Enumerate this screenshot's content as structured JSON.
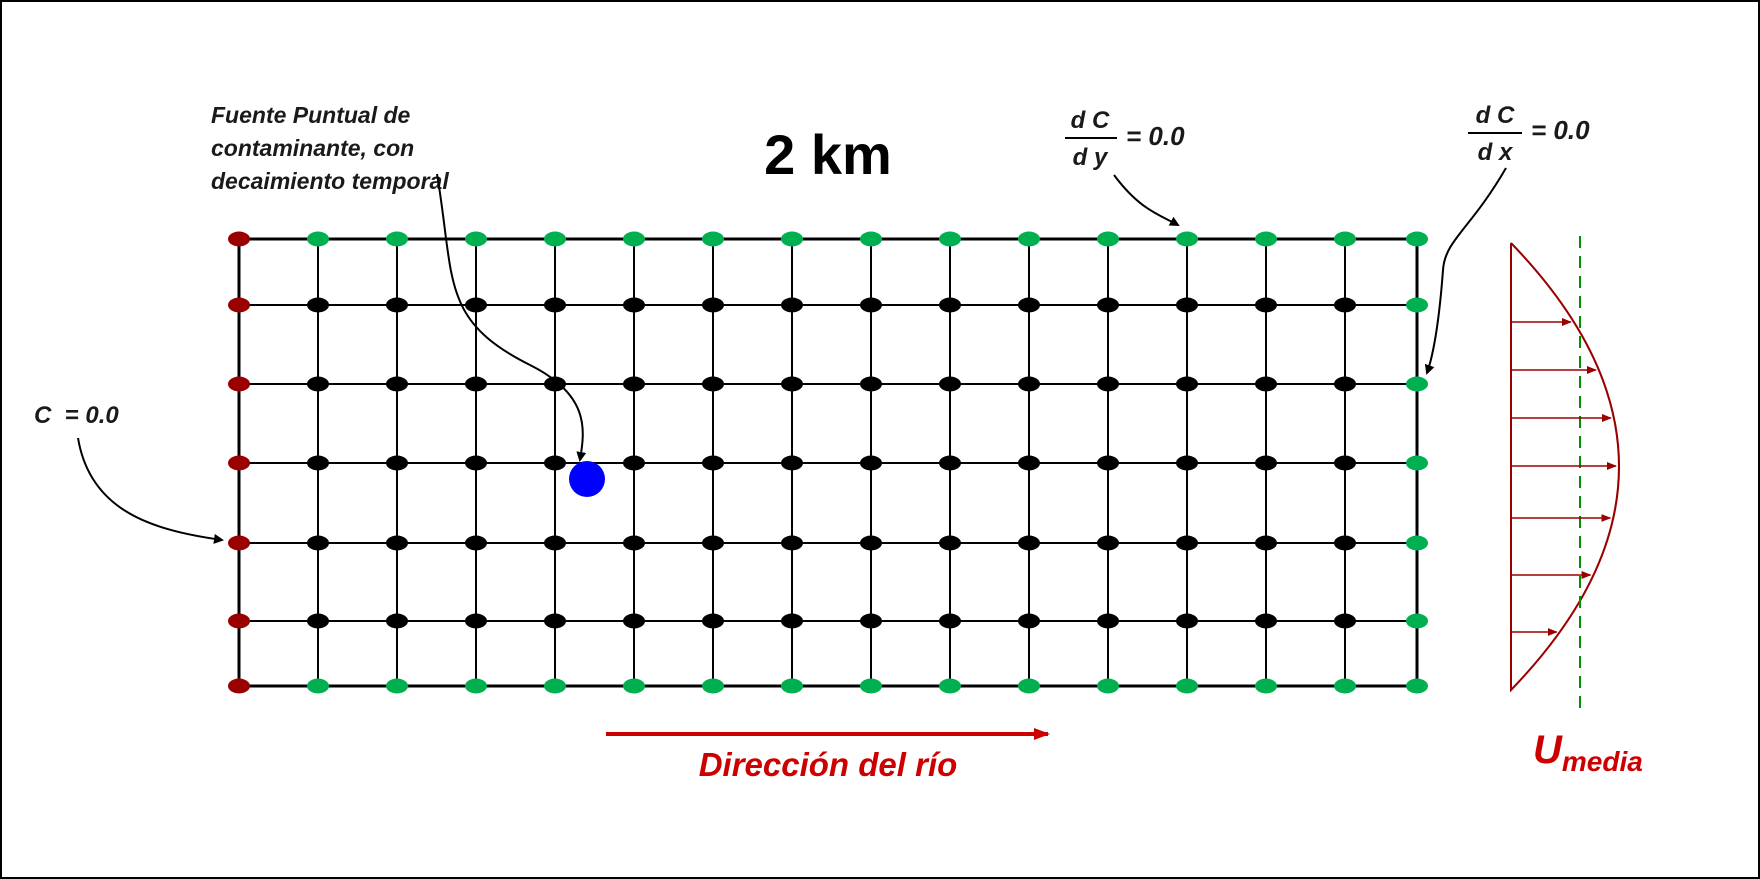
{
  "scale_label": "2 km",
  "source_note": [
    "Fuente Puntual de",
    "contaminante, con",
    "decaimiento temporal"
  ],
  "bc_inflow": "C  = 0.0",
  "bc_lateral": {
    "numerator": "d C",
    "denominator": "d y",
    "rhs": "= 0.0"
  },
  "bc_outflow": {
    "numerator": "d C",
    "denominator": "d x",
    "rhs": "= 0.0"
  },
  "river_direction": "Dirección del río",
  "velocity_label": {
    "main": "U",
    "sub": "media"
  },
  "grid": {
    "columns": 16,
    "rows": 7,
    "source_cell": {
      "column": 4,
      "row": 3
    }
  },
  "colors": {
    "inflow_node": "#9b0000",
    "boundary_node": "#00b050",
    "interior_node": "#000000",
    "source": "#0000ff",
    "river_arrow": "#cc0000",
    "profile": "#9b0000",
    "mean_line": "#009000",
    "frame": "#000000"
  }
}
